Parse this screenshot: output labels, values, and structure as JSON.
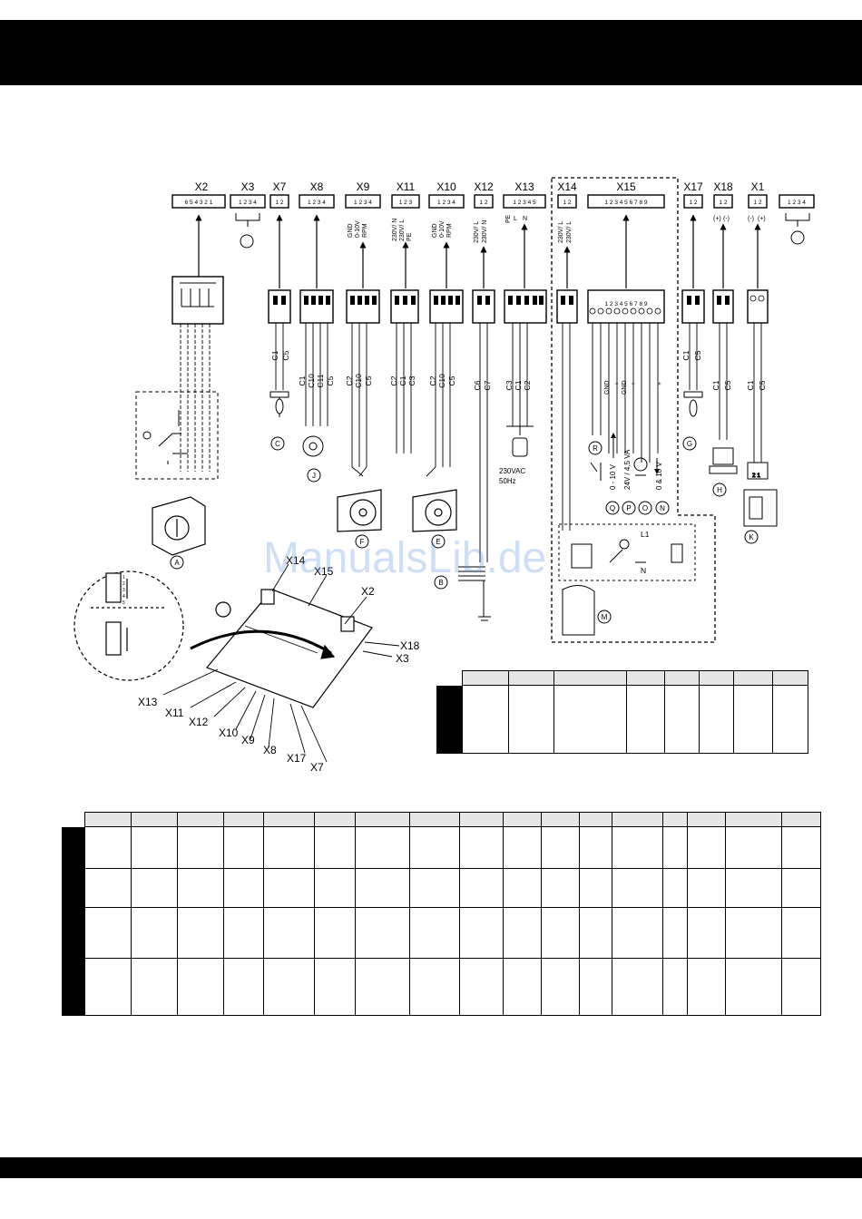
{
  "connectors": [
    {
      "id": "X2",
      "pins": "6 5 4 3 2 1"
    },
    {
      "id": "X3",
      "pins": "1 2 3 4"
    },
    {
      "id": "X7",
      "pins": "1 2"
    },
    {
      "id": "X8",
      "pins": "1 2 3 4"
    },
    {
      "id": "X9",
      "pins": "1 2 3 4"
    },
    {
      "id": "X11",
      "pins": "1 2 3"
    },
    {
      "id": "X10",
      "pins": "1 2 3 4"
    },
    {
      "id": "X12",
      "pins": "1 2"
    },
    {
      "id": "X13",
      "pins": "1 2 3 4 5"
    },
    {
      "id": "X14",
      "pins": "1 2"
    },
    {
      "id": "X15",
      "pins": "1 2 3 4 5 6 7 8 9"
    },
    {
      "id": "X17",
      "pins": "1 2"
    },
    {
      "id": "X18",
      "pins": "1 2"
    },
    {
      "id": "X1",
      "pins": "1 2"
    },
    {
      "id": "",
      "pins": "1 2 3 4"
    }
  ],
  "signals": {
    "x9": [
      "GND",
      "0-10V",
      "RPM"
    ],
    "x11": [
      "230V/ N",
      "230V/ L",
      "PE"
    ],
    "x10": [
      "GND",
      "0-10V",
      "RPM"
    ],
    "x12": [
      "230V/ L",
      "230V/ N"
    ],
    "x13": [
      "PE",
      "L",
      "N"
    ],
    "x14": [
      "230V/ L",
      "230V/ L"
    ],
    "x18": [
      "(+)",
      "(-)"
    ],
    "x1": [
      "(-)",
      "(+)"
    ]
  },
  "wires": {
    "x7": [
      "C1",
      "C5"
    ],
    "x8": [
      "C1",
      "C10",
      "C11",
      "C5"
    ],
    "x9": [
      "C2",
      "C10",
      "C5"
    ],
    "x11": [
      "C2",
      "C1",
      "C3"
    ],
    "x10": [
      "C2",
      "C10",
      "C5"
    ],
    "x12": [
      "C6",
      "C7"
    ],
    "x13": [
      "C3",
      "C1",
      "C2"
    ],
    "x17": [
      "C1",
      "C5"
    ],
    "x18": [
      "C1",
      "C5"
    ],
    "x1": [
      "C1",
      "C5"
    ]
  },
  "x15_terminals": "1 2 3 4 5 6 7 8 9",
  "x15_labels": {
    "gnd1": "GND",
    "plus1": "+",
    "gnd2": "GND",
    "plus2": "+",
    "plus3": "+",
    "volt1": "0 - 10 V",
    "volt2": "24V / 4,5 VA",
    "volt3": "0 & 10 V"
  },
  "mains_label": [
    "230VAC",
    "50Hz"
  ],
  "relay_labels": {
    "l1": "L1",
    "n": "N"
  },
  "callouts": [
    "A",
    "B",
    "C",
    "E",
    "F",
    "G",
    "H",
    "J",
    "K",
    "M",
    "N",
    "O",
    "P",
    "Q",
    "R"
  ],
  "board_labels": {
    "x14": "X14",
    "x15": "X15",
    "x2": "X2",
    "x18": "X18",
    "x3": "X3",
    "x13": "X13",
    "x11": "X11",
    "x12": "X12",
    "x10": "X10",
    "x9": "X9",
    "x8": "X8",
    "x17": "X17",
    "x7": "X7"
  },
  "dip_labels": [
    "1",
    "2",
    "3",
    "4",
    "5"
  ],
  "watermark": "ManualsLib.de"
}
